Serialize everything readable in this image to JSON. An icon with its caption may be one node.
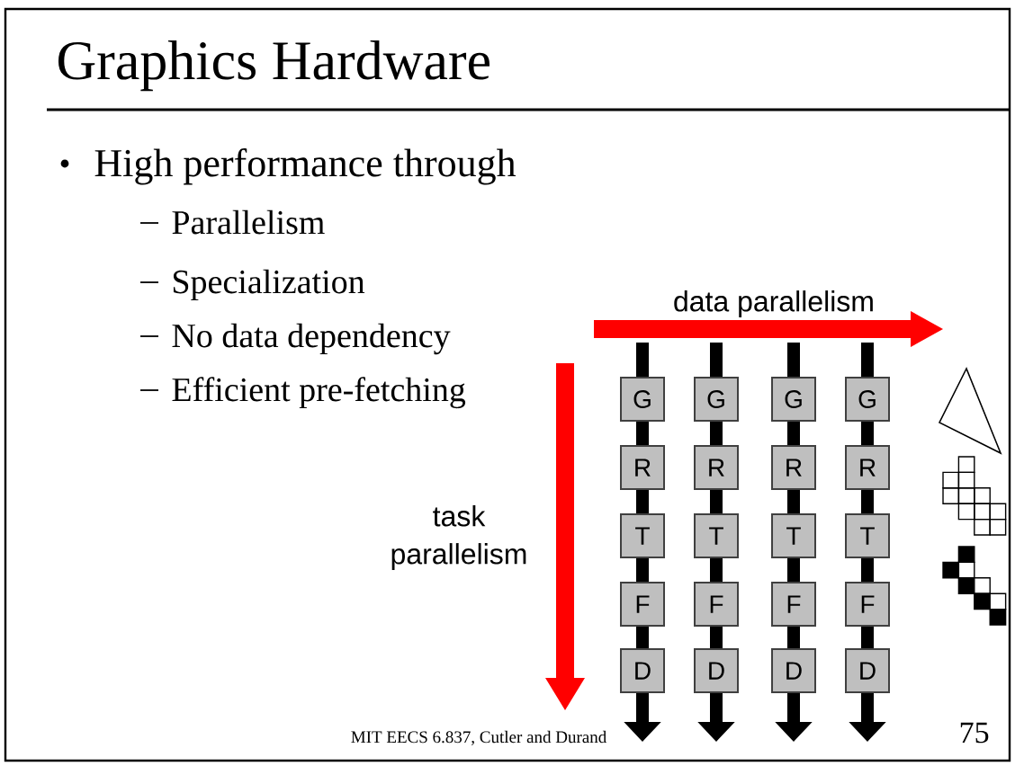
{
  "diagram": {
    "title": "Graphics Hardware",
    "nodes": [
      {
        "text": [
          "G"
        ]
      },
      {
        "text": [
          "G"
        ]
      },
      {
        "text": [
          "G"
        ]
      },
      {
        "text": [
          "G"
        ]
      },
      {
        "text": [
          "R"
        ]
      },
      {
        "text": [
          "R"
        ]
      },
      {
        "text": [
          "R"
        ]
      },
      {
        "text": [
          "R"
        ]
      },
      {
        "text": [
          "T"
        ]
      },
      {
        "text": [
          "T"
        ]
      },
      {
        "text": [
          "T"
        ]
      },
      {
        "text": [
          "T"
        ]
      },
      {
        "text": [
          "F"
        ]
      },
      {
        "text": [
          "F"
        ]
      },
      {
        "text": [
          "F"
        ]
      },
      {
        "text": [
          "F"
        ]
      },
      {
        "text": [
          "D"
        ]
      },
      {
        "text": [
          "D"
        ]
      },
      {
        "text": [
          "D"
        ]
      },
      {
        "text": [
          "D"
        ]
      }
    ],
    "edges": [
      {
        "from": null,
        "to": 0,
        "arrow": "none"
      },
      {
        "from": null,
        "to": 1,
        "arrow": "none"
      },
      {
        "from": null,
        "to": 2,
        "arrow": "none"
      },
      {
        "from": null,
        "to": 3,
        "arrow": "none"
      },
      {
        "from": 0,
        "to": 4,
        "arrow": "none"
      },
      {
        "from": 1,
        "to": 5,
        "arrow": "none"
      },
      {
        "from": 2,
        "to": 6,
        "arrow": "none"
      },
      {
        "from": 3,
        "to": 7,
        "arrow": "none"
      },
      {
        "from": 4,
        "to": 8,
        "arrow": "none"
      },
      {
        "from": 5,
        "to": 9,
        "arrow": "none"
      },
      {
        "from": 6,
        "to": 10,
        "arrow": "none"
      },
      {
        "from": 7,
        "to": 11,
        "arrow": "none"
      },
      {
        "from": 8,
        "to": 12,
        "arrow": "none"
      },
      {
        "from": 9,
        "to": 13,
        "arrow": "none"
      },
      {
        "from": 10,
        "to": 14,
        "arrow": "none"
      },
      {
        "from": 11,
        "to": 15,
        "arrow": "none"
      },
      {
        "from": 12,
        "to": 16,
        "arrow": "none"
      },
      {
        "from": 13,
        "to": 17,
        "arrow": "none"
      },
      {
        "from": 14,
        "to": 18,
        "arrow": "none"
      },
      {
        "from": 15,
        "to": 19,
        "arrow": "none"
      },
      {
        "from": 16,
        "to": null,
        "arrow": "to"
      },
      {
        "from": 17,
        "to": null,
        "arrow": "to"
      },
      {
        "from": 18,
        "to": null,
        "arrow": "to"
      },
      {
        "from": 19,
        "to": null,
        "arrow": "to"
      }
    ],
    "labels": [
      "High performance through",
      "Parallelism",
      "Specialization",
      "No data dependency",
      "Efficient pre-fetching",
      "data parallelism",
      "task parallelism",
      "MIT EECS 6.837, Cutler and Durand",
      "75"
    ]
  }
}
